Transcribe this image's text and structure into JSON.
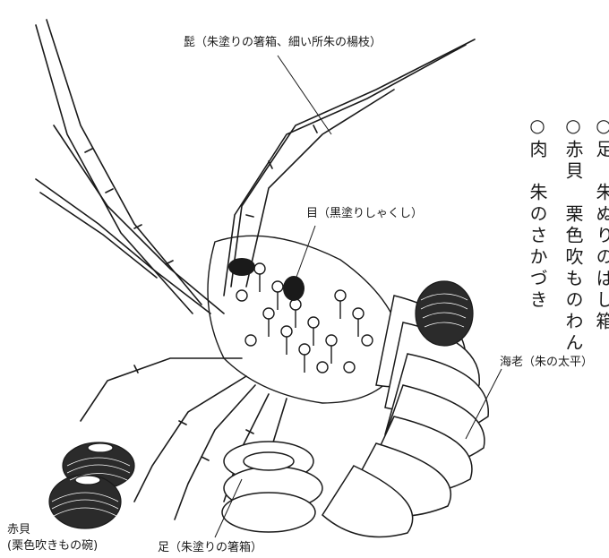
{
  "labels": {
    "whiskers": "髭（朱塗りの箸箱、細い所朱の楊枝）",
    "eye": "目（黒塗りしゃくし）",
    "lobster": "海老（朱の太平）",
    "shell_line1": "赤貝",
    "shell_line2": "(栗色吹きもの碗)",
    "legs": "足（朱塗りの箸箱）"
  },
  "legend": {
    "item_partial": "○足　朱ぬりのはし箱",
    "item_shell": "○赤貝　栗色吹ものわん",
    "item_meat": "○肉　朱のさかづき"
  },
  "colors": {
    "ink": "#1a1a1a",
    "paper": "#ffffff"
  }
}
